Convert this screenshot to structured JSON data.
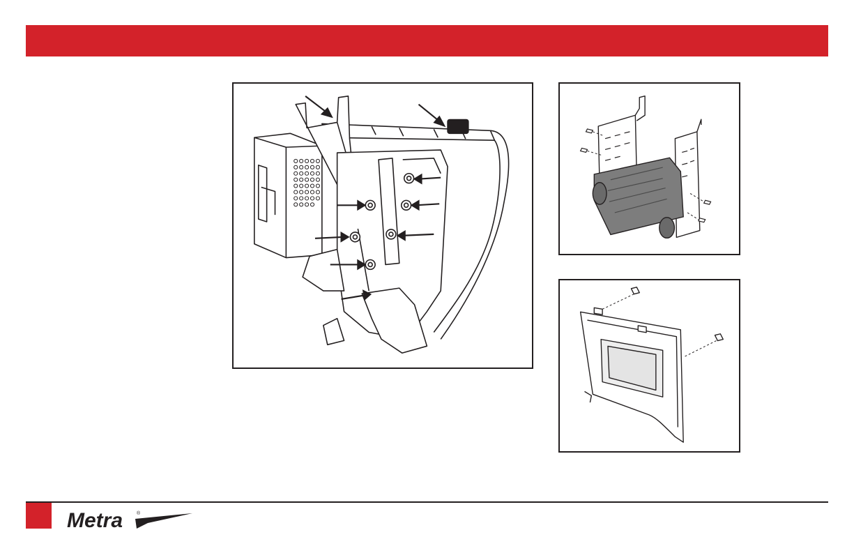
{
  "brand": {
    "name": "Metra",
    "registered_mark": "®",
    "color": "#d3222a"
  },
  "colors": {
    "accent": "#d3222a",
    "line": "#231f20",
    "part_fill": "#7d7d7d",
    "background": "#ffffff"
  },
  "figures": [
    {
      "id": "vehicle-radio-chassis",
      "icon": "radio-chassis-removal-diagram"
    },
    {
      "id": "kit-bracket-assembly",
      "icon": "bracket-assembly-diagram"
    },
    {
      "id": "trim-panel-clips",
      "icon": "trim-panel-clip-diagram"
    }
  ]
}
